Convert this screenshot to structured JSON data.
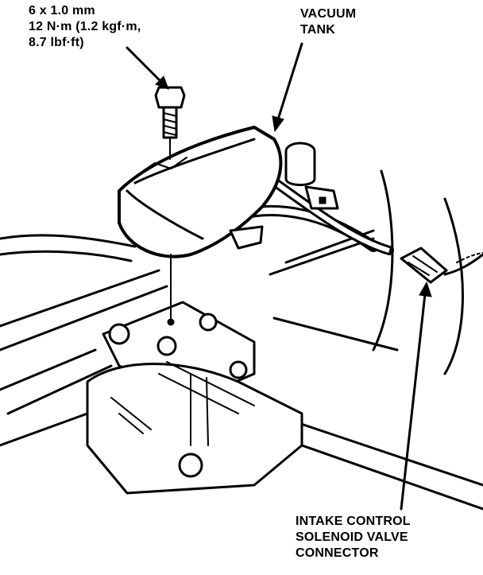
{
  "labels": {
    "bolt_spec": [
      "6 x 1.0 mm",
      "12 N·m (1.2 kgf·m,",
      "8.7 lbf·ft)"
    ],
    "vacuum_tank": [
      "VACUUM",
      "TANK"
    ],
    "connector": [
      "INTAKE CONTROL",
      "SOLENOID VALVE",
      "CONNECTOR"
    ]
  },
  "colors": {
    "ink": "#000000",
    "paper": "#ffffff"
  }
}
